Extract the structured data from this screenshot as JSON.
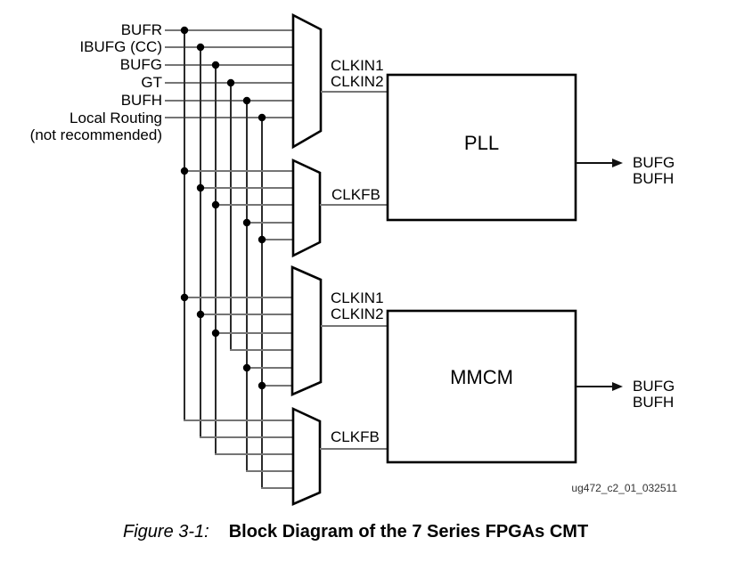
{
  "caption": {
    "label": "Figure 3-1:",
    "title": "Block Diagram of the 7 Series FPGAs CMT"
  },
  "footer": {
    "watermark": "ug472_c2_01_032511"
  },
  "inputs": {
    "labels": [
      "BUFR",
      "IBUFG (CC)",
      "BUFG",
      "GT",
      "BUFH",
      "Local Routing"
    ],
    "note": "(not recommended)"
  },
  "pll": {
    "name": "PLL",
    "clkin1": "CLKIN1",
    "clkin2": "CLKIN2",
    "clkfb": "CLKFB",
    "out1": "BUFG",
    "out2": "BUFH"
  },
  "mmcm": {
    "name": "MMCM",
    "clkin1": "CLKIN1",
    "clkin2": "CLKIN2",
    "clkfb": "CLKFB",
    "out1": "BUFG",
    "out2": "BUFH"
  },
  "connectivity": {
    "muxes": [
      {
        "id": "pll-clkin-mux",
        "inputs": [
          "BUFR",
          "IBUFG (CC)",
          "BUFG",
          "GT",
          "BUFH",
          "Local Routing"
        ],
        "output": "PLL CLKIN1/CLKIN2"
      },
      {
        "id": "pll-clkfb-mux",
        "inputs": [
          "BUFR",
          "IBUFG (CC)",
          "BUFG",
          "BUFH",
          "Local Routing"
        ],
        "output": "PLL CLKFB"
      },
      {
        "id": "mmcm-clkin-mux",
        "inputs": [
          "BUFR",
          "IBUFG (CC)",
          "BUFG",
          "GT",
          "BUFH",
          "Local Routing"
        ],
        "output": "MMCM CLKIN1/CLKIN2"
      },
      {
        "id": "mmcm-clkfb-mux",
        "inputs": [
          "BUFR",
          "IBUFG (CC)",
          "BUFG",
          "BUFH",
          "Local Routing"
        ],
        "output": "MMCM CLKFB"
      }
    ],
    "blocks": [
      {
        "name": "PLL",
        "drives": [
          "BUFG",
          "BUFH"
        ]
      },
      {
        "name": "MMCM",
        "drives": [
          "BUFG",
          "BUFH"
        ]
      }
    ]
  },
  "colors": {
    "wire_gray": "#757575",
    "wire_dark": "#2b2b2b",
    "ink": "#000000",
    "paper": "#ffffff"
  }
}
